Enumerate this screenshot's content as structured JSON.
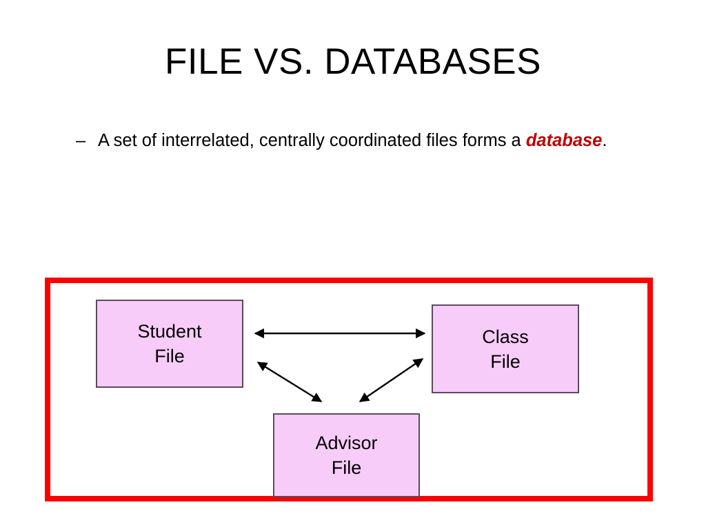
{
  "slide": {
    "title": "FILE VS. DATABASES",
    "bullet": {
      "marker": "–",
      "text_before": "A set of interrelated, centrally coordinated files forms a ",
      "keyword": "database",
      "text_after": "."
    }
  },
  "diagram": {
    "frame_color": "#FF0000",
    "box_fill": "#F8CCF8",
    "box_border_color": "#5B4A5B",
    "boxes": [
      {
        "id": "student",
        "line1": "Student",
        "line2": "File"
      },
      {
        "id": "class",
        "line1": "Class",
        "line2": "File"
      },
      {
        "id": "advisor",
        "line1": "Advisor",
        "line2": "File"
      }
    ],
    "connectors": [
      {
        "id": "student-class",
        "from": "student",
        "to": "class",
        "style": "double-headed-arrow"
      },
      {
        "id": "student-advisor",
        "from": "student",
        "to": "advisor",
        "style": "double-headed-arrow"
      },
      {
        "id": "class-advisor",
        "from": "class",
        "to": "advisor",
        "style": "double-headed-arrow"
      }
    ]
  },
  "colors": {
    "accent_red": "#C00000",
    "frame_red": "#FF0000",
    "box_pink": "#F8CCF8",
    "text_black": "#000000"
  }
}
